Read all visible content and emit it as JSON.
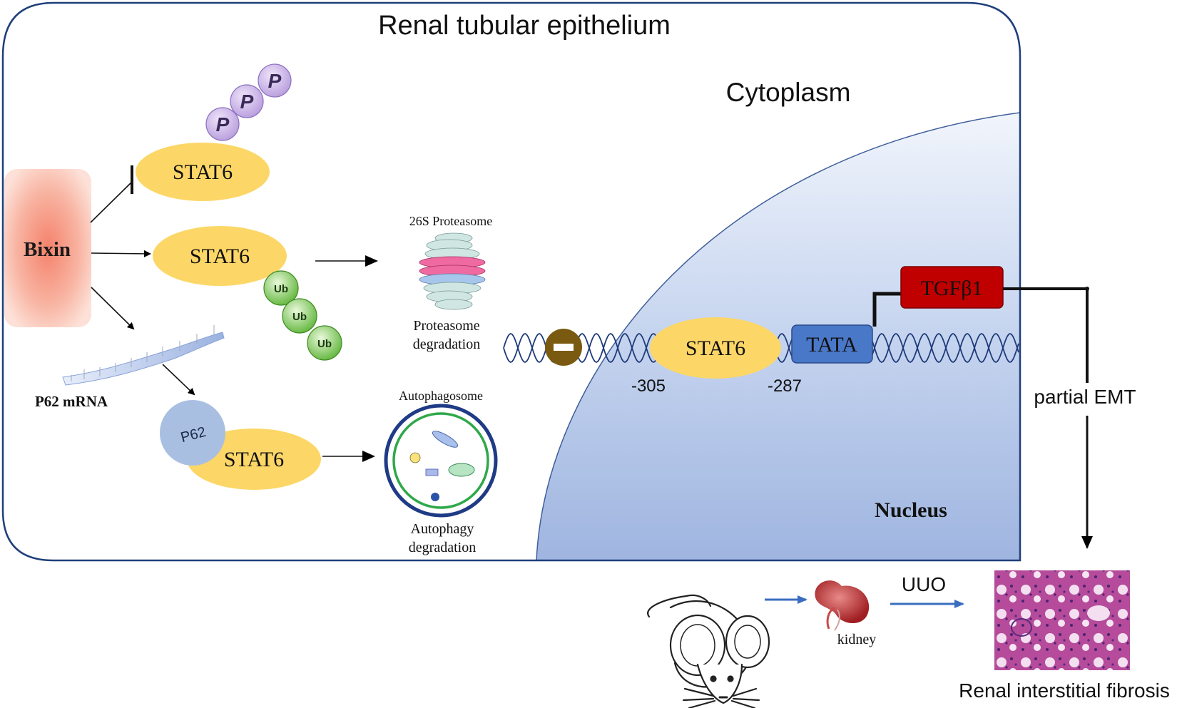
{
  "title": "Renal tubular epithelium",
  "cytoplasm_label": "Cytoplasm",
  "nucleus_label": "Nucleus",
  "bixin_label": "Bixin",
  "stat6_label": "STAT6",
  "phospho_label": "P",
  "ub_label": "Ub",
  "p62_label": "P62",
  "p62_mrna_label": "P62 mRNA",
  "proteasome": {
    "name": "26S Proteasome",
    "degradation_line1": "Proteasome",
    "degradation_line2": "degradation"
  },
  "autophagy": {
    "name": "Autophagosome",
    "degradation_line1": "Autophagy",
    "degradation_line2": "degradation"
  },
  "promoter": {
    "pos1": "-305",
    "pos2": "-287",
    "tata_label": "TATA",
    "tgf_label": "TGFβ1"
  },
  "emt_label": "partial EMT",
  "uuo_label": "UUO",
  "kidney_label": "kidney",
  "fibrosis_label": "Renal interstitial fibrosis",
  "colors": {
    "stat6": "#fcd767",
    "phospho": "#cdb7e6",
    "ub": "#8bd06a",
    "p62": "#a9bfe2",
    "bixin": "#f8b2a1",
    "tata": "#4a78c8",
    "tgf": "#c00000",
    "nucleus": "#b8c9ea",
    "repressor": "#7a5a10",
    "arrow_blue": "#3a6dbf"
  }
}
